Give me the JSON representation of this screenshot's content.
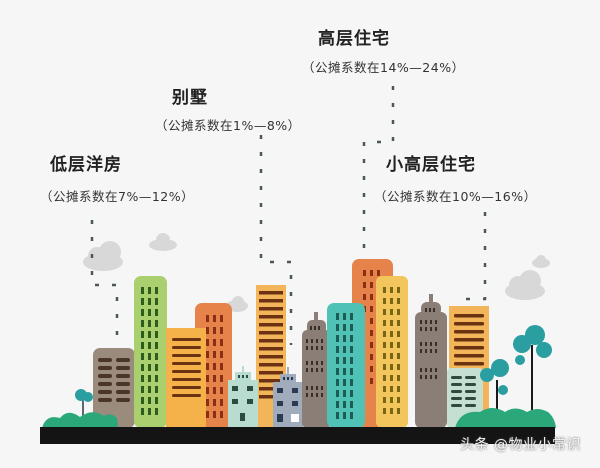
{
  "labels": [
    {
      "id": "low-rise",
      "title": "低层洋房",
      "subtitle": "（公摊系数在7%—12%）",
      "range": [
        7,
        12
      ]
    },
    {
      "id": "villa",
      "title": "别墅",
      "subtitle": "（公摊系数在1%—8%）",
      "range": [
        1,
        8
      ]
    },
    {
      "id": "high-rise",
      "title": "高层住宅",
      "subtitle": "（公摊系数在14%—24%）",
      "range": [
        14,
        24
      ]
    },
    {
      "id": "mid-high-rise",
      "title": "小高层住宅",
      "subtitle": "（公摊系数在10%—16%）",
      "range": [
        10,
        16
      ]
    }
  ],
  "watermark": "头条 @物业小常识",
  "colors": {
    "background": "#f6f6f6",
    "ground": "#141414",
    "text": "#222222",
    "dots": "#4a5a5a",
    "brown": "#9a8b7c",
    "green": "#a9cf6e",
    "orange": "#e5834a",
    "yellow_orange": "#f6b24a",
    "yellow": "#f2c65c",
    "teal": "#4fc2b5",
    "gray": "#8a7e76",
    "mint": "#b8dccf",
    "slate": "#a0acbb",
    "tree": "#2a9ea0",
    "bush": "#2aa879",
    "cloud": "#d9d9d9"
  }
}
